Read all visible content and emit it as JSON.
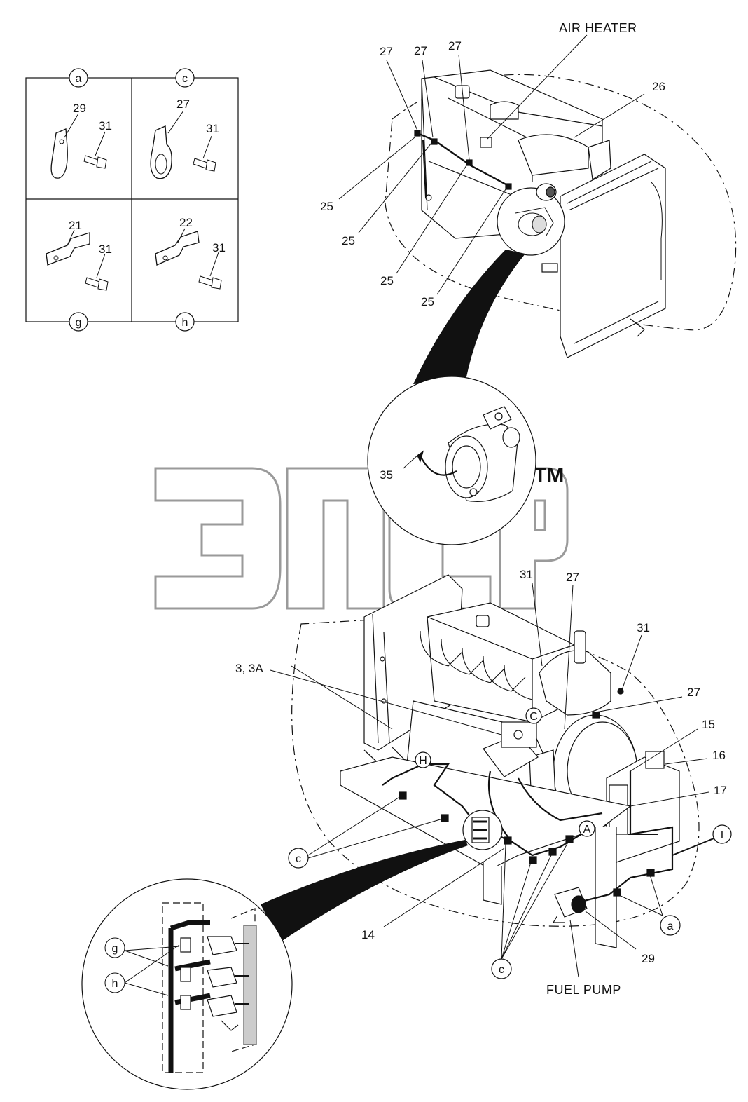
{
  "watermark": {
    "text": "ЭПСР",
    "tm": "TM"
  },
  "detail_table": {
    "cells": [
      {
        "id": "a",
        "part_clamp": "29",
        "part_bolt": "31"
      },
      {
        "id": "c",
        "part_clamp": "27",
        "part_bolt": "31"
      },
      {
        "id": "g",
        "part_clamp": "21",
        "part_bolt": "31"
      },
      {
        "id": "h",
        "part_clamp": "22",
        "part_bolt": "31"
      }
    ]
  },
  "top_view": {
    "air_heater": "AIR HEATER",
    "labels": {
      "l27a": "27",
      "l27b": "27",
      "l27c": "27",
      "l26": "26",
      "l25a": "25",
      "l25b": "25",
      "l25c": "25",
      "l25d": "25"
    }
  },
  "alternator_detail": {
    "label": "35"
  },
  "main_view": {
    "labels": {
      "l31a": "31",
      "l27a": "27",
      "l31b": "31",
      "l27b": "27",
      "l3": "3, 3A",
      "l15": "15",
      "l16": "16",
      "l17": "17",
      "l14": "14",
      "l29": "29"
    },
    "callouts": {
      "cA": "c",
      "cB": "c",
      "a": "a",
      "I": "I",
      "C": "C",
      "H": "H",
      "A": "A"
    },
    "fuel_pump": "FUEL PUMP"
  },
  "terminal_detail": {
    "callouts": {
      "g": "g",
      "h": "h"
    }
  }
}
